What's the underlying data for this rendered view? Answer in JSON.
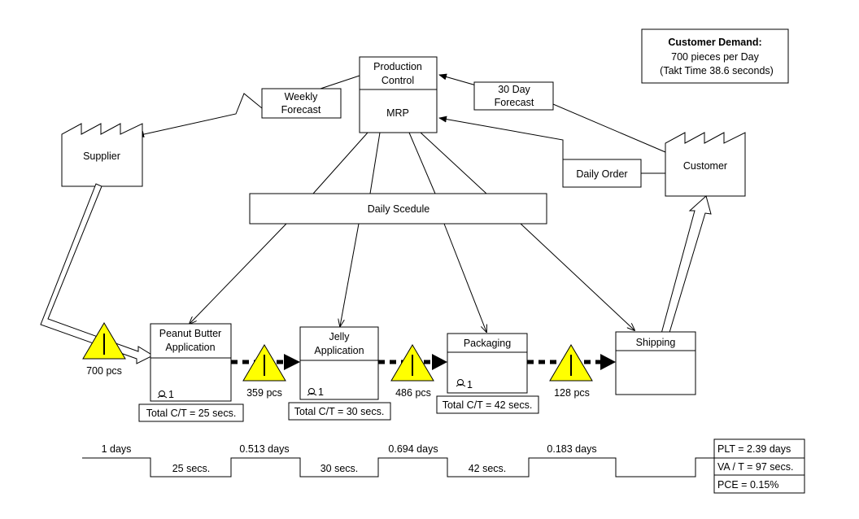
{
  "customer_demand": {
    "title": "Customer Demand:",
    "line1": "700 pieces per Day",
    "line2": "(Takt Time  38.6 seconds)"
  },
  "production_control": {
    "title_line1": "Production",
    "title_line2": "Control",
    "system": "MRP"
  },
  "info_flows": {
    "weekly_forecast": [
      "Weekly",
      "Forecast"
    ],
    "thirty_day_forecast": [
      "30 Day",
      "Forecast"
    ],
    "daily_order": "Daily Order"
  },
  "supplier": "Supplier",
  "customer": "Customer",
  "schedule": "Daily Scedule",
  "processes": [
    {
      "name_line1": "Peanut Butter",
      "name_line2": "Application",
      "operators": "1",
      "ct": "Total C/T = 25 secs."
    },
    {
      "name_line1": "Jelly",
      "name_line2": "Application",
      "operators": "1",
      "ct": "Total C/T = 30 secs."
    },
    {
      "name_line1": "Packaging",
      "name_line2": "",
      "operators": "1",
      "ct": "Total C/T = 42 secs."
    },
    {
      "name_line1": "Shipping",
      "name_line2": ""
    }
  ],
  "inventory": [
    {
      "label": "I",
      "qty": "700 pcs"
    },
    {
      "label": "I",
      "qty": "359 pcs"
    },
    {
      "label": "I",
      "qty": "486 pcs"
    },
    {
      "label": "I",
      "qty": "128 pcs"
    }
  ],
  "timeline": {
    "wait_times": [
      "1 days",
      "0.513 days",
      "0.694 days",
      "0.183 days"
    ],
    "process_times": [
      "25 secs.",
      "30 secs.",
      "42 secs."
    ]
  },
  "summary": {
    "plt": "PLT = 2.39 days",
    "va_t": "VA / T = 97 secs.",
    "pce": "PCE = 0.15%"
  },
  "colors": {
    "inventory_fill": "#ffff00",
    "line": "#000000",
    "background": "#ffffff"
  }
}
